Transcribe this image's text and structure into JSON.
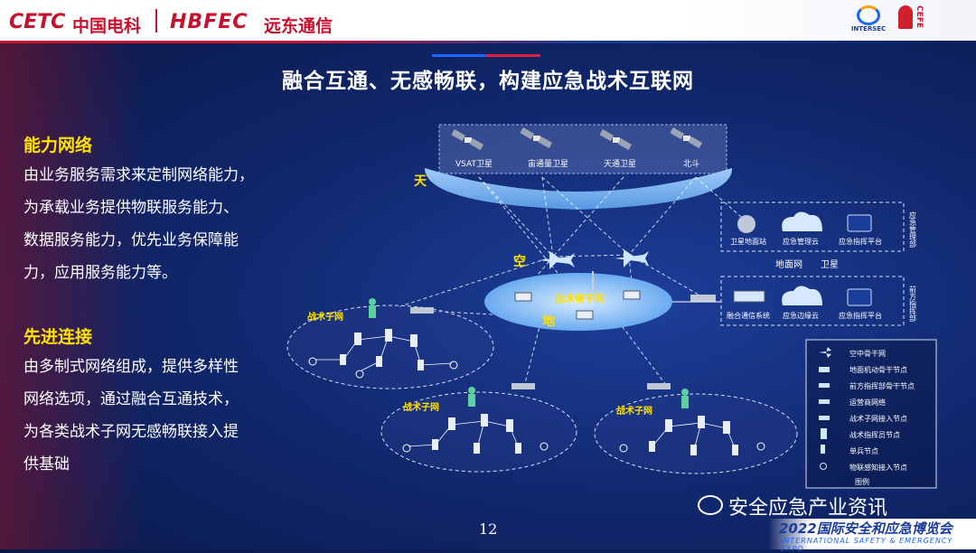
{
  "header": {
    "cetc_logo": "CETC",
    "cetc_name": "中国电科",
    "hbfec_logo": "HBFEC",
    "hbfec_name": "远东通信",
    "intersec_label": "INTERSEC",
    "cefe_label": "CEFE"
  },
  "title": "融合互通、无感畅联，构建应急战术互联网",
  "section1": {
    "heading": "能力网络",
    "lines": [
      "由业务服务需求来定制网络能力，",
      "为承载业务提供物联服务能力、",
      "数据服务能力，优先业务保障能",
      "力，应用服务能力等。"
    ]
  },
  "section2": {
    "heading": "先进连接",
    "lines": [
      "由多制式网络组成，提供多样性",
      "网络选项，通过融合互通技术，",
      "为各类战术子网无感畅联接入提",
      "供基础"
    ]
  },
  "diagram": {
    "layer_sky": "天",
    "layer_air": "空",
    "layer_ground": "地",
    "satellites": [
      "VSAT卫星",
      "宙通量卫星",
      "天通卫星",
      "北斗"
    ],
    "backbone_label": "战术骨干网",
    "subnet_label": "战术子网",
    "right_box1": {
      "items": [
        "卫星地面站",
        "应急管理云",
        "应急指挥平台"
      ],
      "side_label": "应急管理部"
    },
    "mid_labels": [
      "地面网",
      "卫星"
    ],
    "right_box2": {
      "items": [
        "融合通信系统",
        "应急边缘云",
        "应急指挥平台"
      ],
      "side_label": "前方指挥部"
    },
    "legend": [
      "空中骨干网",
      "地面机动骨干节点",
      "前方指挥部骨干节点",
      "运营商网络",
      "战术子网接入节点",
      "战术指挥员节点",
      "单兵节点",
      "物联感知接入节点"
    ],
    "legend_title": "图例"
  },
  "page_number": "12",
  "watermark": "安全应急产业资讯",
  "expo": {
    "title": "2022国际安全和应急博览会",
    "subtitle": "INTERNATIONAL SAFETY & EMERGENCY EXPO"
  },
  "colors": {
    "accent_yellow": "#ffe000",
    "background": "#11286e",
    "brand_red": "#c8102e",
    "brand_blue": "#1a3c9a"
  }
}
